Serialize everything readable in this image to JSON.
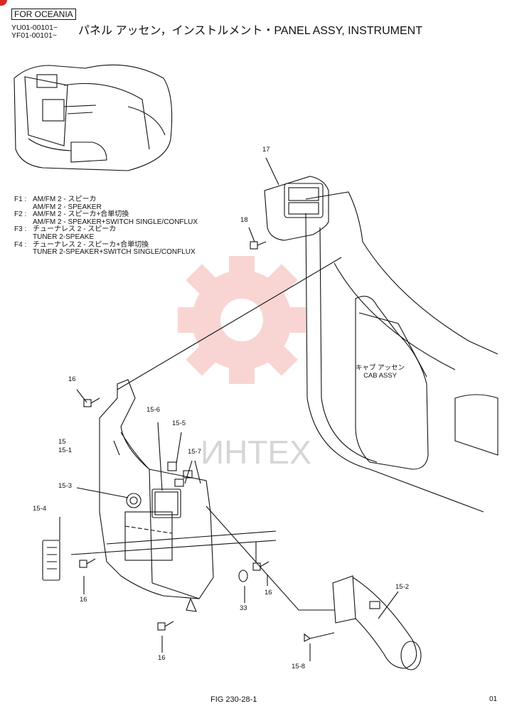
{
  "header": {
    "region_tag": "FOR OCEANIA",
    "serials": [
      "YU01-00101~",
      "YF01-00101~"
    ],
    "title": "パネル アッセン，インストルメント・PANEL ASSY, INSTRUMENT"
  },
  "legend": [
    {
      "key": "F1 :",
      "lines": [
        "AM/FM 2 - スピーカ",
        "AM/FM 2 - SPEAKER"
      ]
    },
    {
      "key": "F2 :",
      "lines": [
        "AM/FM 2 - スピーカ+合単切換",
        "AM/FM 2 - SPEAKER+SWITCH SINGLE/CONFLUX"
      ]
    },
    {
      "key": "F3 :",
      "lines": [
        "チューナレス 2 - スピーカ",
        "TUNER 2-SPEAKE"
      ]
    },
    {
      "key": "F4 :",
      "lines": [
        "チューナレス 2 - スピーカ+合単切換",
        "TUNER 2-SPEAKER+SWITCH SINGLE/CONFLUX"
      ]
    }
  ],
  "callouts": {
    "c17": "17",
    "c18": "18",
    "c16a": "16",
    "c15_6": "15-6",
    "c15_5": "15-5",
    "c15": "15",
    "c15_1": "15-1",
    "c15_7": "15-7",
    "c15_3": "15-3",
    "c15_4": "15-4",
    "c16b": "16",
    "c33": "33",
    "c16c": "16",
    "c15_2": "15-2",
    "c16d": "16",
    "c15_8": "15-8"
  },
  "cab_label": {
    "jp": "キャブ アッセン",
    "en": "CAB ASSY"
  },
  "watermark": "ИНТЕХ",
  "footer": {
    "figure": "FIG 230-28-1",
    "page": "01"
  }
}
